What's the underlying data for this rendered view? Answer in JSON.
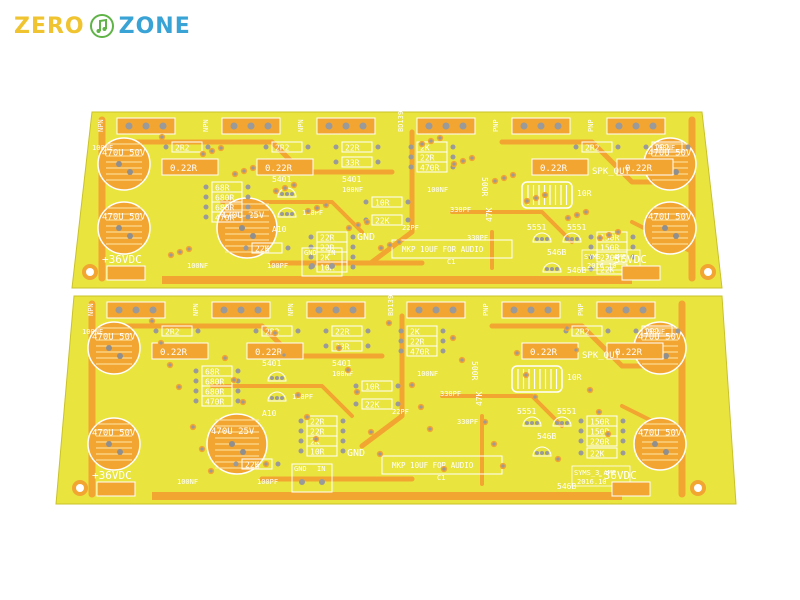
{
  "brand": {
    "left": "ZERO",
    "right": "ZONE",
    "icon": "music-note-icon",
    "color_left": "#f0c430",
    "color_right": "#3aa3d6"
  },
  "colors": {
    "board": "#e9e43e",
    "copper": "#f2a531",
    "background": "#ffffff"
  },
  "boards": [
    {
      "labels": {
        "vplus": "+36VDC",
        "vminus": "-36VDC",
        "cap_big": "470U 50V",
        "cap_mid": "470U 25V",
        "r022": "0.22R",
        "r2r2": "2R2",
        "r22r": "22R",
        "r33r": "33R",
        "r470r": "470R",
        "r68r": "68R",
        "r680r": "680R",
        "r10r": "10R",
        "r22k": "22K",
        "r2k": "2K",
        "r47k": "47K",
        "r150r": "150R",
        "r220r": "220R",
        "r500r": "500R",
        "c100nf": "100NF",
        "c100pf": "100PF",
        "c22pf": "22PF",
        "c330pf": "330PF",
        "t5401": "5401",
        "t5551": "5551",
        "t546b": "546B",
        "a1015": "A10",
        "gnd": "GND",
        "in": "IN",
        "mkp": "MKP 10UF FOR AUDIO",
        "c1": "C1",
        "spk": "SPK_OUT",
        "model": "SYMS_3 AMP",
        "date": "2016.10",
        "npn": "NPN",
        "pnp": "PNP",
        "bd139": "BD139"
      }
    }
  ]
}
